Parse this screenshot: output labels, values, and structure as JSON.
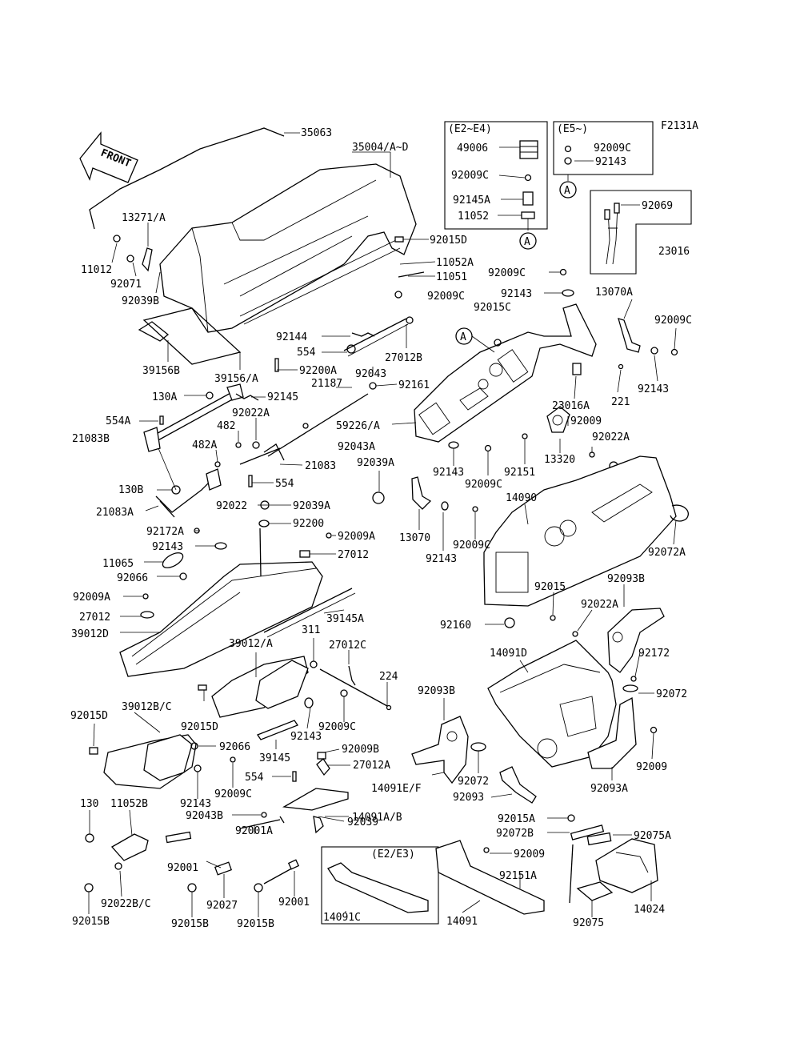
{
  "diagram_code": "F2131A",
  "front_arrow_label": "FRONT",
  "variant_boxes": {
    "e2_e4": {
      "title": "(E2~E4)",
      "ref": "A"
    },
    "e5": {
      "title": "(E5~)",
      "ref": "A"
    },
    "e2_e3": {
      "title": "(E2/E3)"
    }
  },
  "ref_marks": [
    "A"
  ],
  "parts": {
    "p35063": "35063",
    "p35004": "35004/A~D",
    "p13271A": "13271/A",
    "p11012": "11012",
    "p92071": "92071",
    "p92039B": "92039B",
    "p49006": "49006",
    "p92009C_box": "92009C",
    "p92145A": "92145A",
    "p11052": "11052",
    "p92009C_e5": "92009C",
    "p92143_e5": "92143",
    "p92069": "92069",
    "p23016": "23016",
    "p92015D_top": "92015D",
    "p11052A": "11052A",
    "p11051": "11051",
    "p92009C_a": "92009C",
    "p92009C_b": "92009C",
    "p92143_a": "92143",
    "p92015C": "92015C",
    "p13070A": "13070A",
    "p92009C_c": "92009C",
    "p39156B": "39156B",
    "p92144": "92144",
    "p554_a": "554",
    "p27012B": "27012B",
    "p39156A": "39156/A",
    "p92200A": "92200A",
    "p92043": "92043",
    "p92161": "92161",
    "p221": "221",
    "p92143_b": "92143",
    "p21187": "21187",
    "p130A": "130A",
    "p92145": "92145",
    "p23016A": "23016A",
    "p92022A_a": "92022A",
    "p59226A": "59226/A",
    "p92009_a": "92009",
    "p554A": "554A",
    "p21083B": "21083B",
    "p482": "482",
    "p92043A": "92043A",
    "p92022A_b": "92022A",
    "p13320": "13320",
    "p482A": "482A",
    "p21083": "21083",
    "p92143_c": "92143",
    "p92151": "92151",
    "p92009C_d": "92009C",
    "p554_b": "554",
    "p92039A_a": "92039A",
    "p130B": "130B",
    "p21083A": "21083A",
    "p14090": "14090",
    "p92072A": "92072A",
    "p92022": "92022",
    "p92039A_b": "92039A",
    "p13070": "13070",
    "p92009C_e": "92009C",
    "p92200": "92200",
    "p92172A": "92172A",
    "p92009A_a": "92009A",
    "p92143_d": "92143",
    "p92143_e": "92143",
    "p27012_a": "27012",
    "p11065": "11065",
    "p92066_a": "92066",
    "p92015": "92015",
    "p92093B_a": "92093B",
    "p92009A_b": "92009A",
    "p92022A_c": "92022A",
    "p27012_b": "27012",
    "p39145A": "39145A",
    "p92160": "92160",
    "p39012D": "39012D",
    "p311": "311",
    "p27012C": "27012C",
    "p14091D": "14091D",
    "p92172": "92172",
    "p39012A": "39012/A",
    "p224": "224",
    "p92072_a": "92072",
    "p92093B_b": "92093B",
    "p92015D_a": "92015D",
    "p39012BC": "39012B/C",
    "p92015D_b": "92015D",
    "p92009C_f": "92009C",
    "p92143_f": "92143",
    "p92066_b": "92066",
    "p39145": "39145",
    "p92009B": "92009B",
    "p27012A": "27012A",
    "p92009_b": "92009",
    "p92093A": "92093A",
    "p554_c": "554",
    "p92009C_g": "92009C",
    "p92143_g": "92143",
    "p14091EF": "14091E/F",
    "p92072_b": "92072",
    "p92093": "92093",
    "p92043B": "92043B",
    "p92039": "92039",
    "p14091AB": "14091A/B",
    "p130": "130",
    "p11052B": "11052B",
    "p92001A": "92001A",
    "p92015A": "92015A",
    "p92072B": "92072B",
    "p92075A": "92075A",
    "p92009_c": "92009",
    "p92151A": "92151A",
    "p92001_a": "92001",
    "p92001_b": "92001",
    "p92022BC": "92022B/C",
    "p92027": "92027",
    "p14091C": "14091C",
    "p14091": "14091",
    "p92075": "92075",
    "p14024": "14024",
    "p92015B_a": "92015B",
    "p92015B_b": "92015B",
    "p92015B_c": "92015B"
  }
}
